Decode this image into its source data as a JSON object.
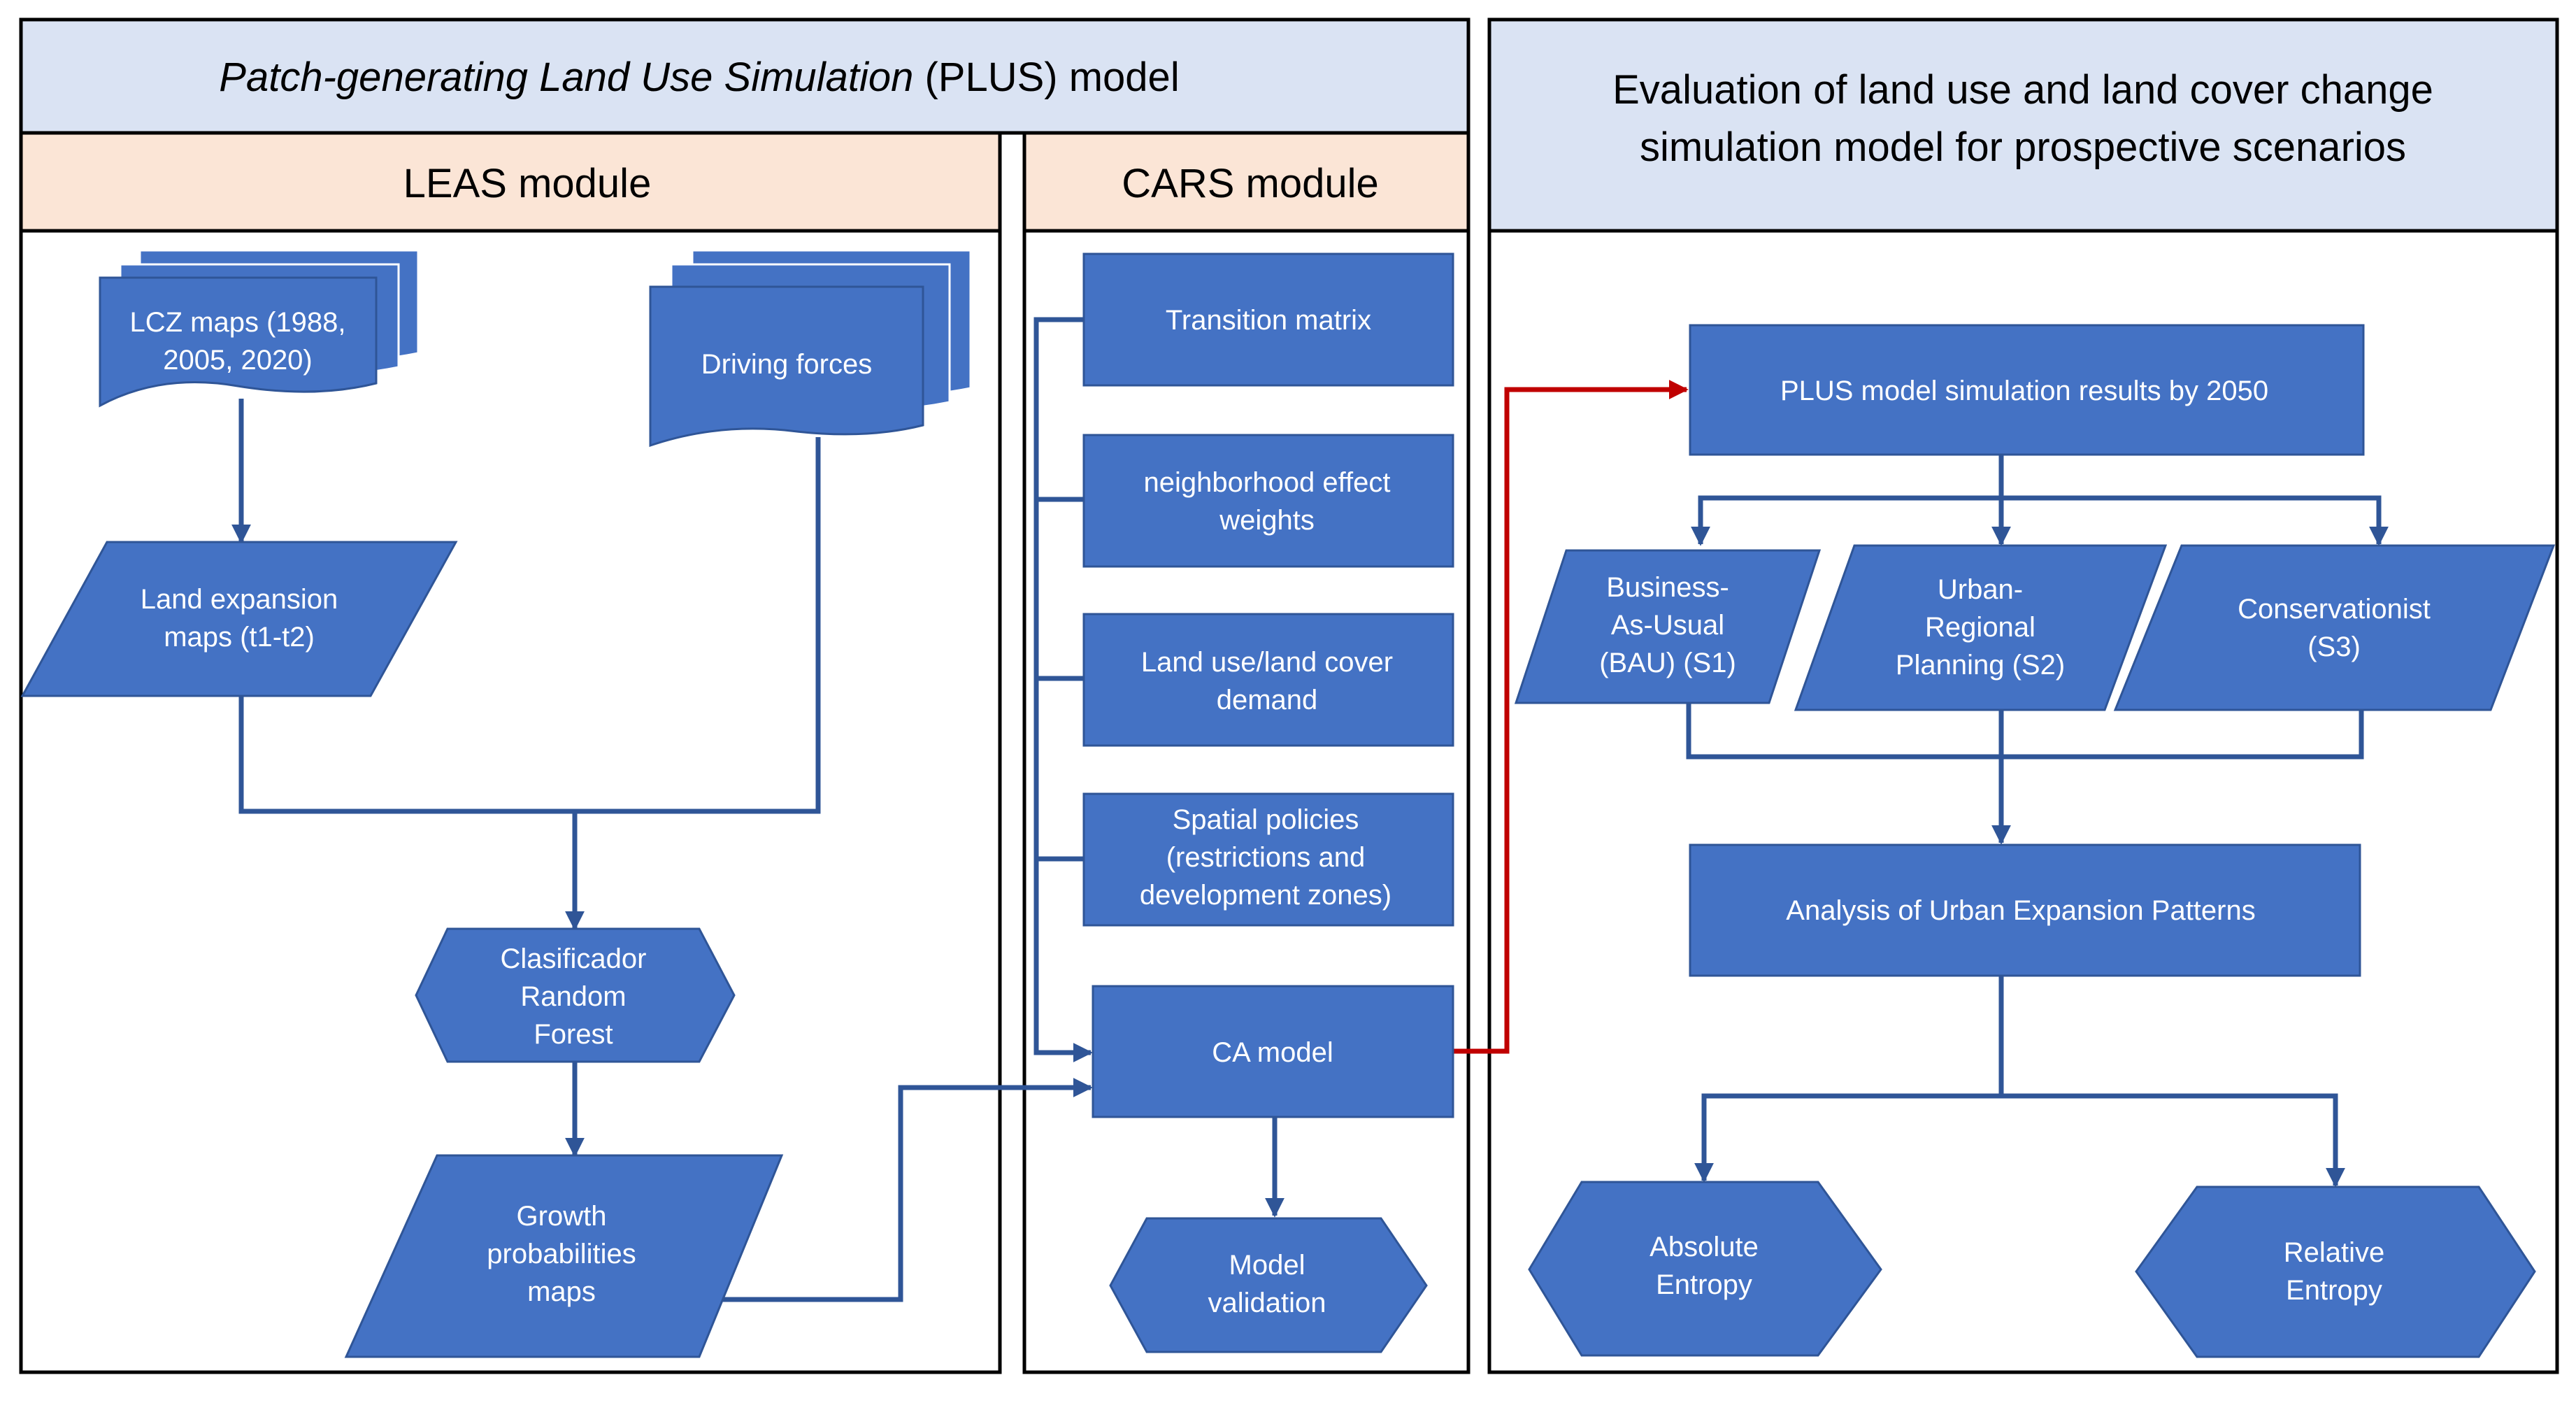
{
  "colors": {
    "header_fill": "#dae3f3",
    "module_fill": "#fbe5d6",
    "node_fill": "#4472c4",
    "connector": "#2f5597",
    "highlight_connector": "#c00000"
  },
  "headers": {
    "plus_title_italic": "Patch-generating Land Use Simulation",
    "plus_title_rest": " (PLUS) model",
    "leas_module": "LEAS module",
    "cars_module": "CARS module",
    "evaluation_line1": "Evaluation of land use and land cover change",
    "evaluation_line2": "simulation model for prospective scenarios"
  },
  "leas": {
    "lcz_maps": [
      "LCZ maps (1988,",
      "2005, 2020)"
    ],
    "driving_forces": [
      "Driving forces"
    ],
    "land_expansion": [
      "Land expansion",
      "maps (t1-t2)"
    ],
    "random_forest": [
      "Clasificador",
      "Random",
      "Forest"
    ],
    "growth_probabilities": [
      "Growth",
      "probabilities",
      "maps"
    ]
  },
  "cars": {
    "transition_matrix": [
      "Transition matrix"
    ],
    "neighborhood_weights": [
      "neighborhood effect",
      "weights"
    ],
    "lulc_demand": [
      "Land use/land cover",
      "demand"
    ],
    "spatial_policies": [
      "Spatial policies",
      "(restrictions and",
      "development zones)"
    ],
    "ca_model": [
      "CA model"
    ],
    "model_validation": [
      "Model",
      "validation"
    ]
  },
  "evaluation": {
    "simulation_results": [
      "PLUS model simulation results by 2050"
    ],
    "scenario_bau": [
      "Business-",
      "As-Usual",
      "(BAU) (S1)"
    ],
    "scenario_urban": [
      "Urban-",
      "Regional",
      "Planning (S2)"
    ],
    "scenario_conservation": [
      "Conservationist",
      "(S3)"
    ],
    "urban_expansion_analysis": [
      "Analysis of Urban Expansion Patterns"
    ],
    "absolute_entropy": [
      "Absolute",
      "Entropy"
    ],
    "relative_entropy": [
      "Relative",
      "Entropy"
    ]
  }
}
